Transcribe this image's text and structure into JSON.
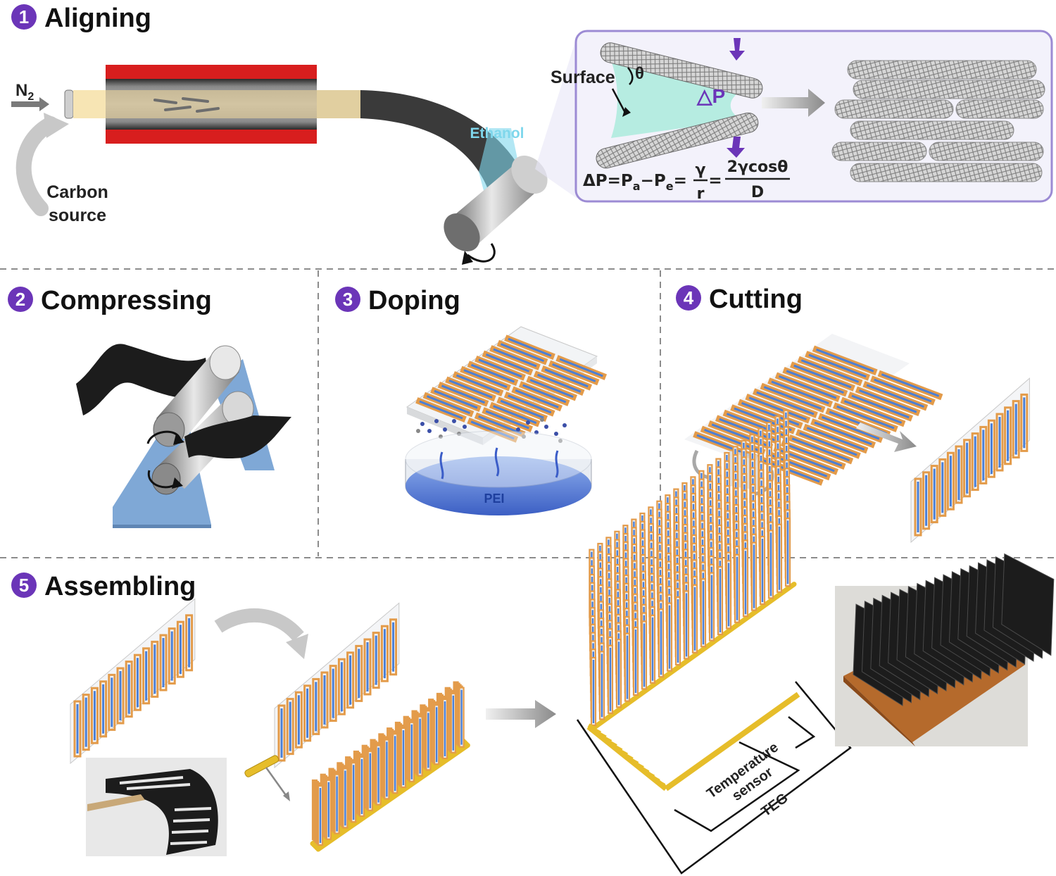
{
  "steps": [
    {
      "number": "1",
      "title": "Aligning"
    },
    {
      "number": "2",
      "title": "Compressing"
    },
    {
      "number": "3",
      "title": "Doping"
    },
    {
      "number": "4",
      "title": "Cutting"
    },
    {
      "number": "5",
      "title": "Assembling"
    }
  ],
  "aligning": {
    "gas": "N",
    "gas_sub": "2",
    "carbon_line1": "Carbon",
    "carbon_line2": "source",
    "ethanol": "Ethanol",
    "surface": "Surface",
    "theta": "θ",
    "delta_p": "△P",
    "eq_left": "ΔP=P",
    "eq_sub_a": "a",
    "eq_minus": "−P",
    "eq_sub_e": "e",
    "eq_eq1": "=",
    "eq_gamma": "γ",
    "eq_r": "r",
    "eq_eq2": "=",
    "eq_num": "2γcosθ",
    "eq_den": "D"
  },
  "doping": {
    "solution": "PEI"
  },
  "assembling": {
    "sensor_line1": "Temperature",
    "sensor_line2": "sensor",
    "teg": "TEG"
  },
  "colors": {
    "accent_purple": "#6b35b8",
    "heater_red": "#d81e1e",
    "orange_frame": "#e39b4a",
    "blue_strip": "#4a7fd6",
    "stand_blue": "#7fa8d6",
    "gold_rail": "#e6bd2a",
    "pei_blue": "#4b76d2",
    "box_fill": "#f3f2fb",
    "box_border": "#9c8bd4",
    "ethanol_cyan": "#7fd7ec",
    "divider": "#8c8c8c"
  },
  "icons": [
    "circled-number-icon",
    "arrow-icon",
    "rotation-arrow-icon",
    "nanotube-icon",
    "roller-icon",
    "petri-dish-icon",
    "module-icon",
    "photo-icon"
  ]
}
